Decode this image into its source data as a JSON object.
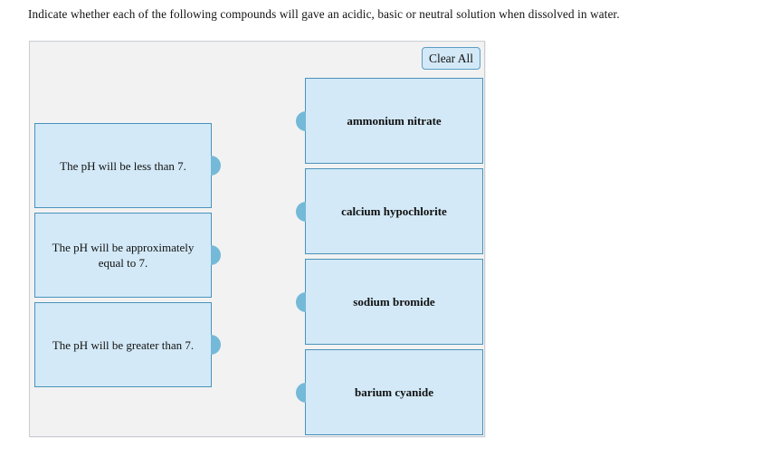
{
  "question": {
    "text": "Indicate whether each of the following compounds will gave an acidic, basic or neutral solution when dissolved in water."
  },
  "panel": {
    "clear_all_label": "Clear All",
    "background_color": "#f2f2f2",
    "border_color": "#c9ced3"
  },
  "colors": {
    "tile_fill": "#d3e9f7",
    "tile_border": "#4a93bb",
    "knob": "#74b9d8",
    "button_fill": "#d3e9f7",
    "button_border": "#5b9dc4"
  },
  "categories": [
    {
      "label": "The pH will be less than 7."
    },
    {
      "label": "The pH will be approximately equal to 7."
    },
    {
      "label": "The pH will be greater than 7."
    }
  ],
  "compounds": [
    {
      "label": "ammonium nitrate"
    },
    {
      "label": "calcium hypochlorite"
    },
    {
      "label": "sodium bromide"
    },
    {
      "label": "barium cyanide"
    }
  ]
}
